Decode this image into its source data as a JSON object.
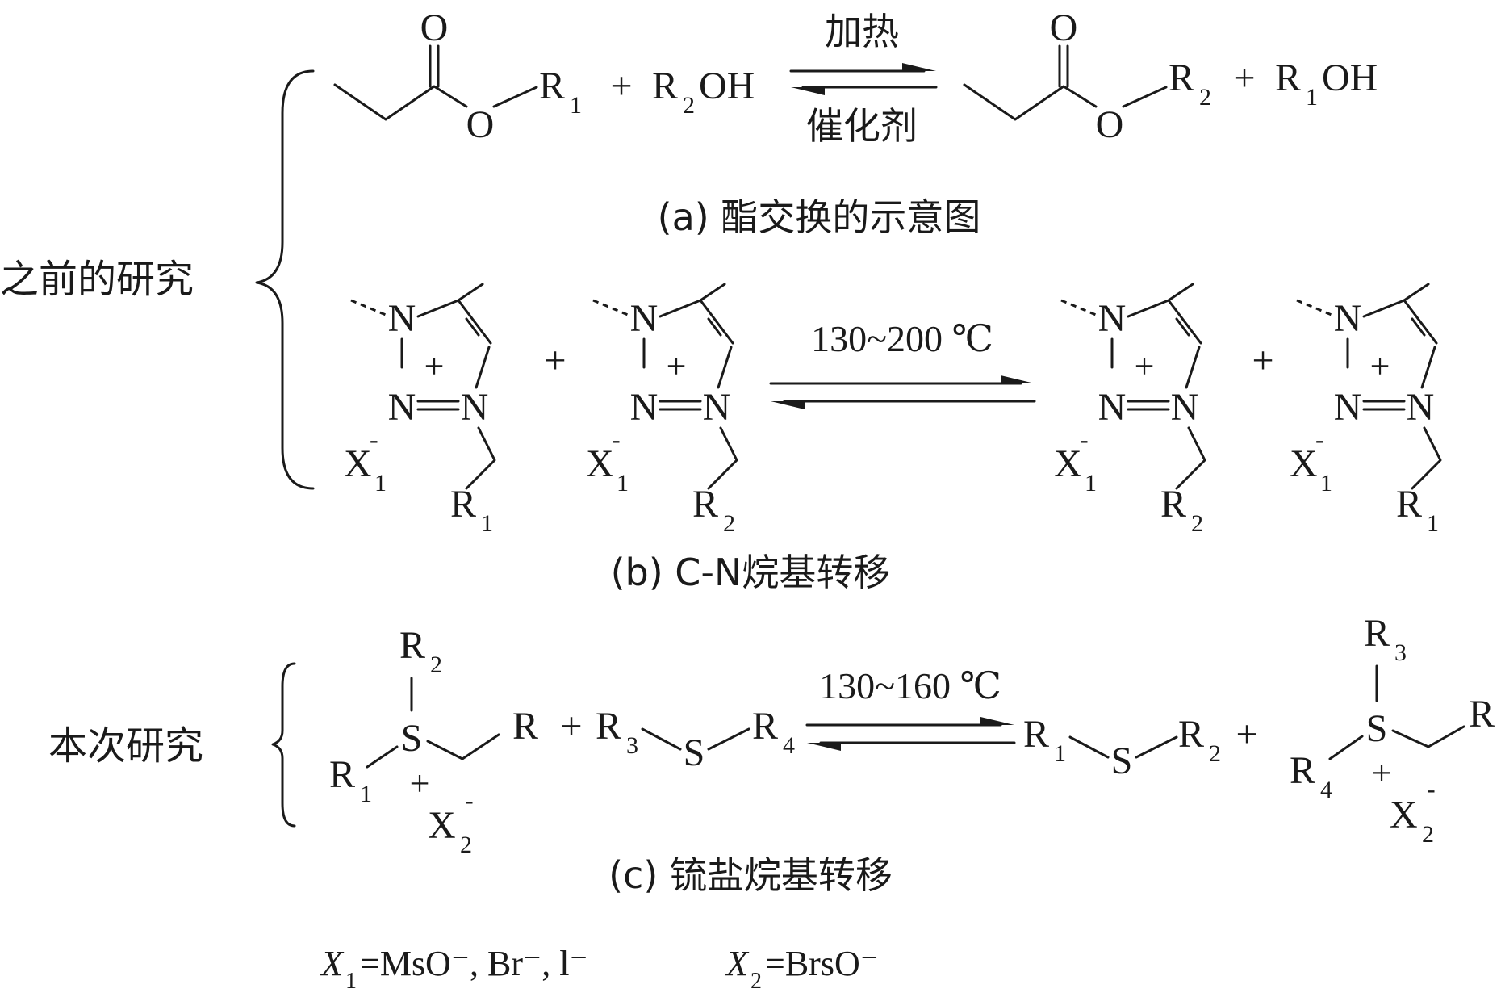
{
  "section_labels": {
    "previous": "之前的研究",
    "current": "本次研究"
  },
  "reaction_a": {
    "caption": "(a) 酯交换的示意图",
    "above_arrow": "加热",
    "below_arrow": "催化剂",
    "ester_o": "O",
    "ester_o2": "O",
    "plus": "+",
    "r1": "R",
    "r1_sub": "1",
    "r2oh_r": "R",
    "r2oh_sub": "2",
    "r2oh_oh": "OH",
    "r2": "R",
    "r2_sub": "2",
    "r1oh_r": "R",
    "r1oh_sub": "1",
    "r1oh_oh": "OH"
  },
  "reaction_b": {
    "caption": "(b) C-N烷基转移",
    "condition": "130~200 ℃",
    "n": "N",
    "plus_charge": "+",
    "plus": "+",
    "x": "X",
    "x_sub": "1",
    "x_charge": "-",
    "r": "R",
    "substituents": [
      "1",
      "2",
      "2",
      "1"
    ]
  },
  "reaction_c": {
    "caption": "(c) 锍盐烷基转移",
    "condition": "130~160 ℃",
    "s": "S",
    "r": "R",
    "plus": "+",
    "x": "X",
    "x_sub": "2",
    "x_charge": "-",
    "subs": {
      "one": "1",
      "two": "2",
      "three": "3",
      "four": "4"
    }
  },
  "legend": {
    "x1_label": "X",
    "x1_sub": "1",
    "x1_value": "=MsO⁻, Br⁻, l⁻",
    "x2_label": "X",
    "x2_sub": "2",
    "x2_value": "=BrsO⁻"
  }
}
